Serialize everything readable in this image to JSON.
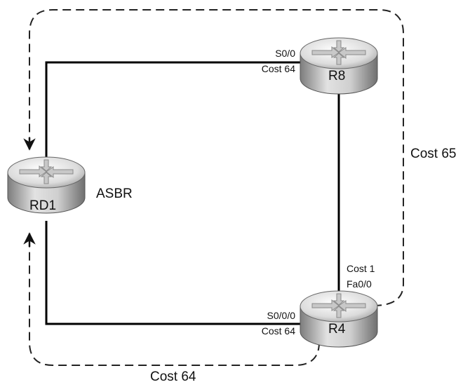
{
  "routers": {
    "rd1": {
      "name": "RD1",
      "role": "ASBR"
    },
    "r8": {
      "name": "R8"
    },
    "r4": {
      "name": "R4"
    }
  },
  "links": {
    "r8_interface": "S0/0",
    "r8_cost": "Cost 64",
    "r4_serial_interface": "S0/0/0",
    "r4_serial_cost": "Cost 64",
    "r4_fast_cost": "Cost 1",
    "r4_fast_interface": "Fa0/0"
  },
  "paths": {
    "upper_path_cost": "Cost 65",
    "lower_path_cost": "Cost 64"
  }
}
